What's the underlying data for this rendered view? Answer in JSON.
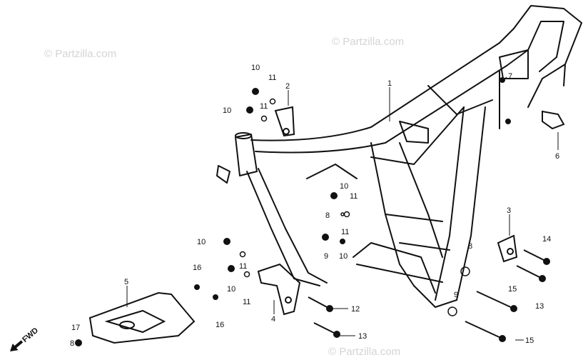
{
  "watermarks": [
    "© Partzilla.com",
    "© Partzilla.com",
    "© Partzilla.com"
  ],
  "fwd_label": "FWD",
  "callouts": [
    "1",
    "2",
    "3",
    "4",
    "5",
    "6",
    "7",
    "8",
    "8",
    "8",
    "9",
    "9",
    "10",
    "10",
    "10",
    "10",
    "10",
    "10",
    "11",
    "11",
    "11",
    "11",
    "11",
    "11",
    "12",
    "13",
    "13",
    "14",
    "15",
    "15",
    "16",
    "16",
    "17"
  ],
  "icons": {
    "frame": "motorcycle-frame-icon",
    "fwd_arrow": "fwd-arrow-icon"
  },
  "colors": {
    "ink": "#111111",
    "watermark": "#d4d4d4",
    "background": "#ffffff"
  }
}
